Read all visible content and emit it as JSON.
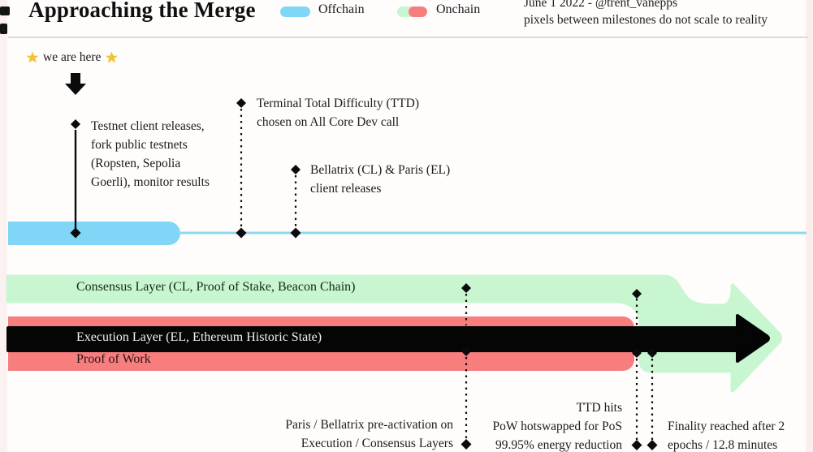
{
  "title": "Approaching the Merge",
  "credit": {
    "line1": "June 1 2022 - @trent_vanepps",
    "line2": "pixels between milestones do not scale to reality"
  },
  "legend": {
    "offchain": "Offchain",
    "onchain": "Onchain"
  },
  "status": {
    "we_are_here": "we are here"
  },
  "timeline_offchain": {
    "testnet": "Testnet client releases,\nfork public testnets\n(Ropsten, Sepolia\nGoerli), monitor results",
    "ttd_chosen": "Terminal Total Difficulty (TTD)\nchosen on All Core Dev call",
    "bellatrix_paris": "Bellatrix (CL) & Paris (EL)\nclient releases"
  },
  "bands": {
    "consensus": "Consensus Layer (CL, Proof of Stake, Beacon Chain)",
    "execution": "Execution Layer (EL, Ethereum Historic State)",
    "pow": "Proof of Work"
  },
  "timeline_onchain": {
    "paris_bellatrix": "Paris / Bellatrix pre-activation on\nExecution / Consensus Layers",
    "ttd_hits": "TTD hits\nPoW hotswapped for PoS\n99.95% energy reduction",
    "finality": "Finality reached after 2\nepochs / 12.8 minutes"
  },
  "colors": {
    "offchain_blue": "#7fd6f7",
    "onchain_green": "#c8f6d0",
    "onchain_red": "#f87e7e",
    "execution_black": "#000000",
    "text": "#1b1b1b"
  }
}
